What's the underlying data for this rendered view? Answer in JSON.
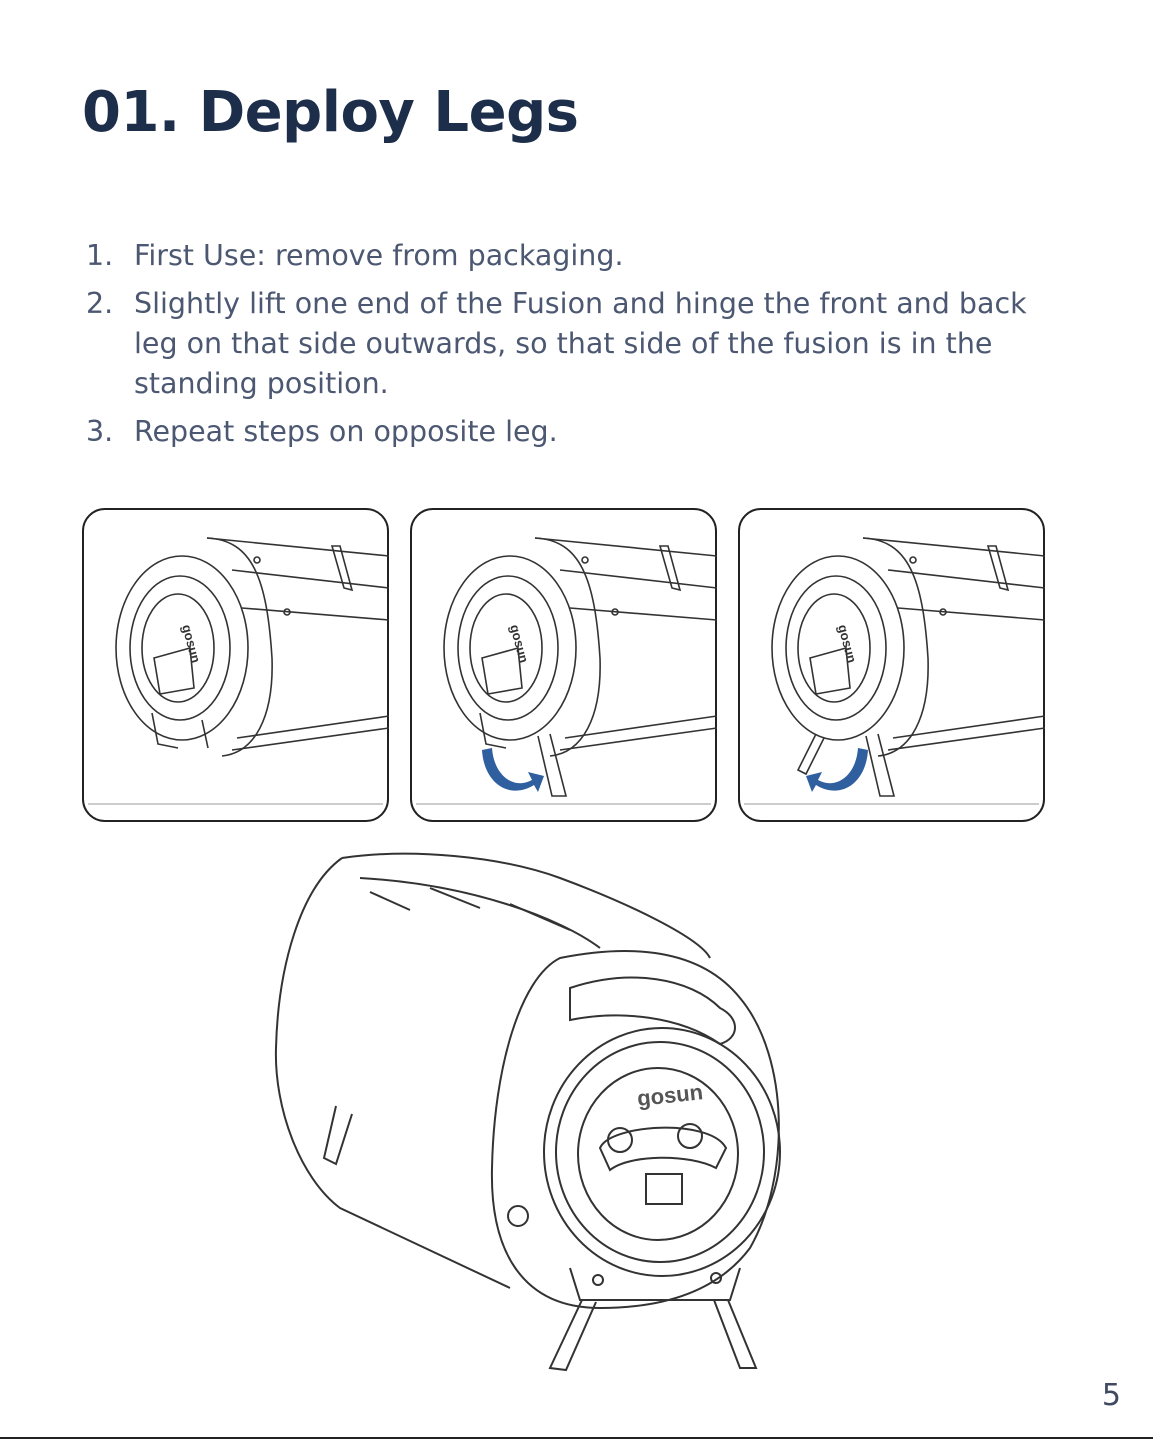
{
  "title": "01. Deploy Legs",
  "steps": [
    {
      "number": "1.",
      "text": "First Use: remove from packaging."
    },
    {
      "number": "2.",
      "text": "Slightly lift one end of the Fusion and hinge the front and back leg on that side outwards, so that side of the fusion is in the standing position."
    },
    {
      "number": "3.",
      "text": "Repeat steps on opposite leg."
    }
  ],
  "brand_mark": "gosun",
  "accent_color": "#2f5f9e",
  "page_number": "5"
}
